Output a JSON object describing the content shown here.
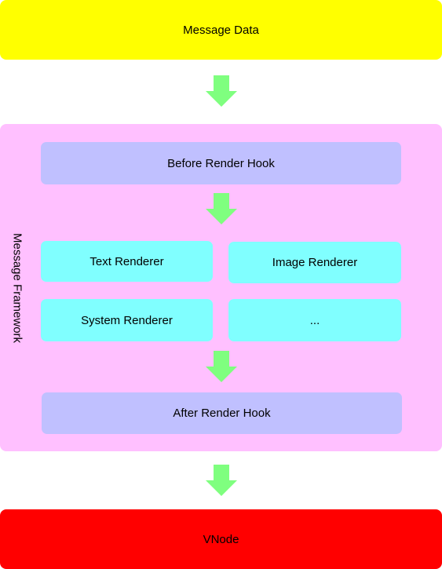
{
  "colors": {
    "message_data": "#ffff00",
    "framework": "#ffc0ff",
    "hook": "#c0c0ff",
    "renderer": "#80ffff",
    "vnode": "#ff0000",
    "arrow": "#7fff7f"
  },
  "nodes": {
    "message_data": "Message Data",
    "framework": "Message Framework",
    "before_hook": "Before Render Hook",
    "text_renderer": "Text Renderer",
    "image_renderer": "Image Renderer",
    "system_renderer": "System Renderer",
    "more_renderers": "...",
    "after_hook": "After Render Hook",
    "vnode": "VNode"
  },
  "arrows": [
    {
      "from": "message_data",
      "to": "framework"
    },
    {
      "from": "before_hook",
      "to": "renderers"
    },
    {
      "from": "renderers",
      "to": "after_hook"
    },
    {
      "from": "framework",
      "to": "vnode"
    }
  ]
}
